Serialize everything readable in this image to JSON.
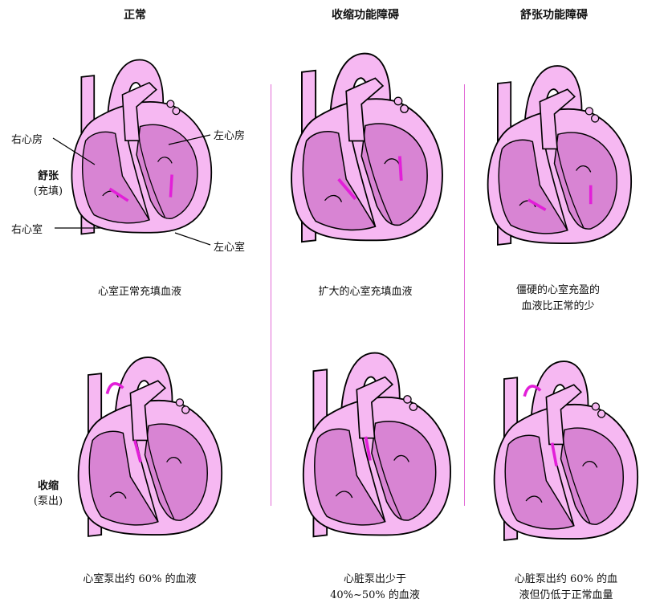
{
  "columns": {
    "normal": "正常",
    "systolic": "收缩功能障碍",
    "diastolic": "舒张功能障碍"
  },
  "rows": {
    "diastole": {
      "title": "舒张",
      "sub": "(充填)"
    },
    "systole": {
      "title": "收缩",
      "sub": "(泵出)"
    }
  },
  "labels": {
    "right_atrium": "右心房",
    "left_atrium": "左心房",
    "right_ventricle": "右心室",
    "left_ventricle": "左心室"
  },
  "captions": {
    "normal_diastole": "心室正常充填血液",
    "systolic_diastole": "扩大的心室充填血液",
    "diastolic_diastole_1": "僵硬的心室充盈的",
    "diastolic_diastole_2": "血液比正常的少",
    "normal_systole": "心室泵出约 60% 的血液",
    "systolic_systole_1": "心脏泵出少于",
    "systolic_systole_2": "40%~50% 的血液",
    "diastolic_systole_1": "心脏泵出约 60% 的血",
    "diastolic_systole_2": "液但仍低于正常血量"
  },
  "colors": {
    "heart_outer": "#f6b8f2",
    "heart_inner": "#d884d3",
    "arrow": "#e21fd8",
    "divider": "#e26ad6"
  }
}
